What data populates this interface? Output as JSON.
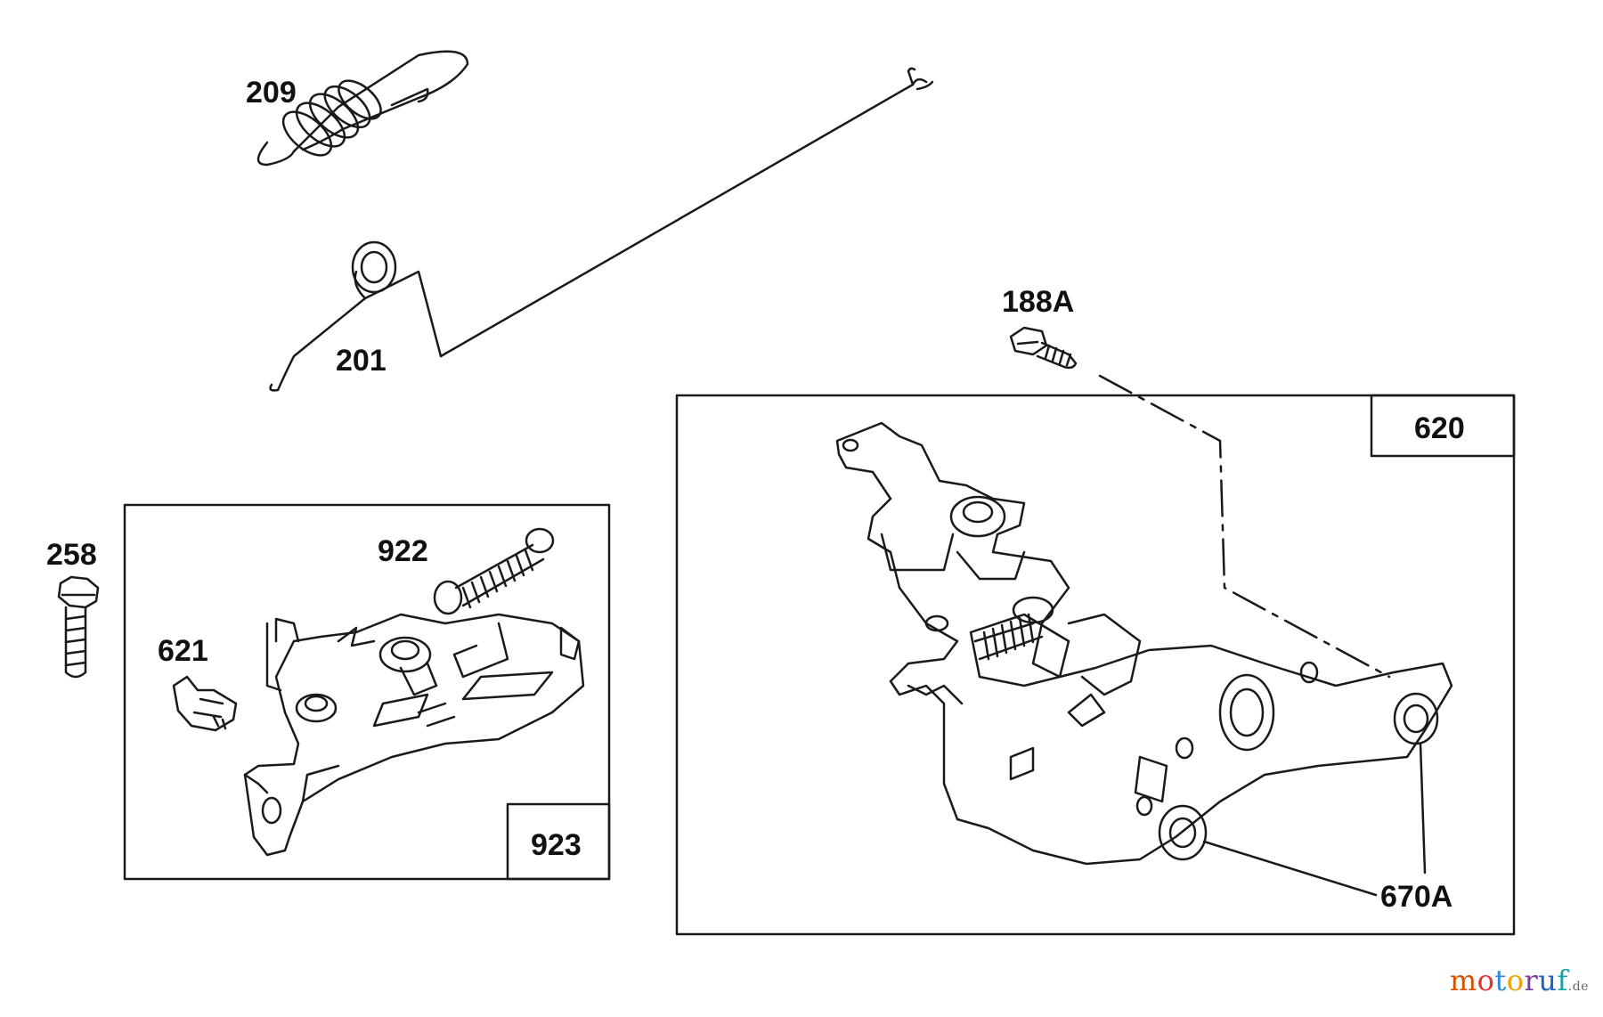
{
  "labels": {
    "p209": "209",
    "p201": "201",
    "p188a": "188A",
    "p620": "620",
    "p258": "258",
    "p922": "922",
    "p621": "621",
    "p923": "923",
    "p670a": "670A"
  },
  "watermark": {
    "letters": [
      "m",
      "o",
      "t",
      "o",
      "r",
      "u",
      "f"
    ],
    "suffix": ".de"
  },
  "colors": {
    "line": "#1a1a1a",
    "background": "#ffffff"
  }
}
